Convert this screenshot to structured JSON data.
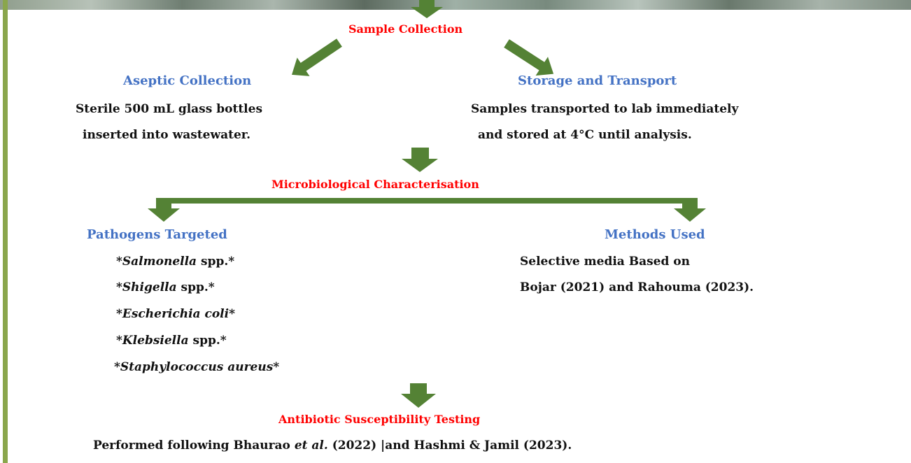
{
  "steps": {
    "sample_collection": "Sample Collection",
    "microbiological": "Microbiological Characterisation",
    "ast": "Antibiotic Susceptibility Testing"
  },
  "aseptic": {
    "heading": "Aseptic Collection",
    "line1": "Sterile 500 mL glass bottles",
    "line2": "inserted into wastewater."
  },
  "storage": {
    "heading": "Storage and Transport",
    "line1": "Samples transported to lab immediately",
    "line2": "and stored at 4°C until analysis."
  },
  "pathogens": {
    "heading": "Pathogens Targeted",
    "items": [
      {
        "pre": "*",
        "ital": "Salmonella",
        "post": " spp.*"
      },
      {
        "pre": "*",
        "ital": "Shigella",
        "post": " spp.*"
      },
      {
        "pre": "*",
        "ital": "Escherichia coli",
        "post": "*"
      },
      {
        "pre": "*",
        "ital": "Klebsiella",
        "post": " spp.*"
      },
      {
        "pre": "*",
        "ital": "Staphylococcus aureus",
        "post": "*"
      }
    ]
  },
  "methods": {
    "heading": "Methods Used",
    "line1": "Selective media Based on",
    "line2": "Bojar (2021) and Rahouma (2023)."
  },
  "ast_note": {
    "pre": "Performed following Bhaurao ",
    "ital": "et al.",
    "post": " (2022) |and Hashmi & Jamil (2023)."
  },
  "colors": {
    "arrow": "#548235",
    "step_title": "#ff0000",
    "heading": "#4472c4",
    "left_bar": "#8aa64c"
  }
}
